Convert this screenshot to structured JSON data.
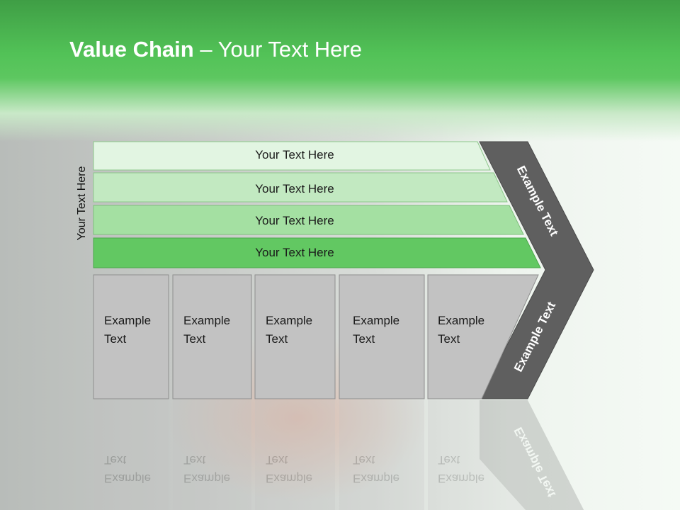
{
  "title": {
    "bold": "Value Chain",
    "rest": " – Your Text Here"
  },
  "side_label": "Your Text Here",
  "bands": [
    {
      "label": "Your Text Here",
      "color": "#e2f5e2"
    },
    {
      "label": "Your Text Here",
      "color": "#c2e9c1"
    },
    {
      "label": "Your Text Here",
      "color": "#a4e0a2"
    },
    {
      "label": "Your Text Here",
      "color": "#62c862"
    }
  ],
  "activities": [
    {
      "line1": "Example",
      "line2": "Text"
    },
    {
      "line1": "Example",
      "line2": "Text"
    },
    {
      "line1": "Example",
      "line2": "Text"
    },
    {
      "line1": "Example",
      "line2": "Text"
    },
    {
      "line1": "Example",
      "line2": "Text"
    }
  ],
  "chevron": {
    "upper_label": "Example Text",
    "lower_label": "Example Text",
    "color": "#5f5f5f"
  },
  "colors": {
    "header_green": "#52c257",
    "box_fill": "#c2c2c2",
    "box_border": "#8f8f8f"
  }
}
